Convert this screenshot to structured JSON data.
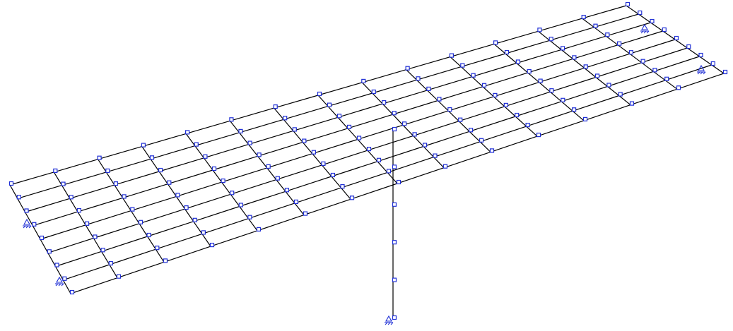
{
  "view": {
    "background": "#ffffff",
    "member_color": "#000000",
    "node_color": "#1f2fd6"
  },
  "model": {
    "deck_grid": {
      "cols": 14,
      "rows": 8
    },
    "column_node_count": 6,
    "support_icons": [
      "support-icon-deck-left",
      "support-icon-deck-left-lower",
      "support-icon-column-base",
      "support-icon-deck-right-top",
      "support-icon-deck-right"
    ]
  }
}
